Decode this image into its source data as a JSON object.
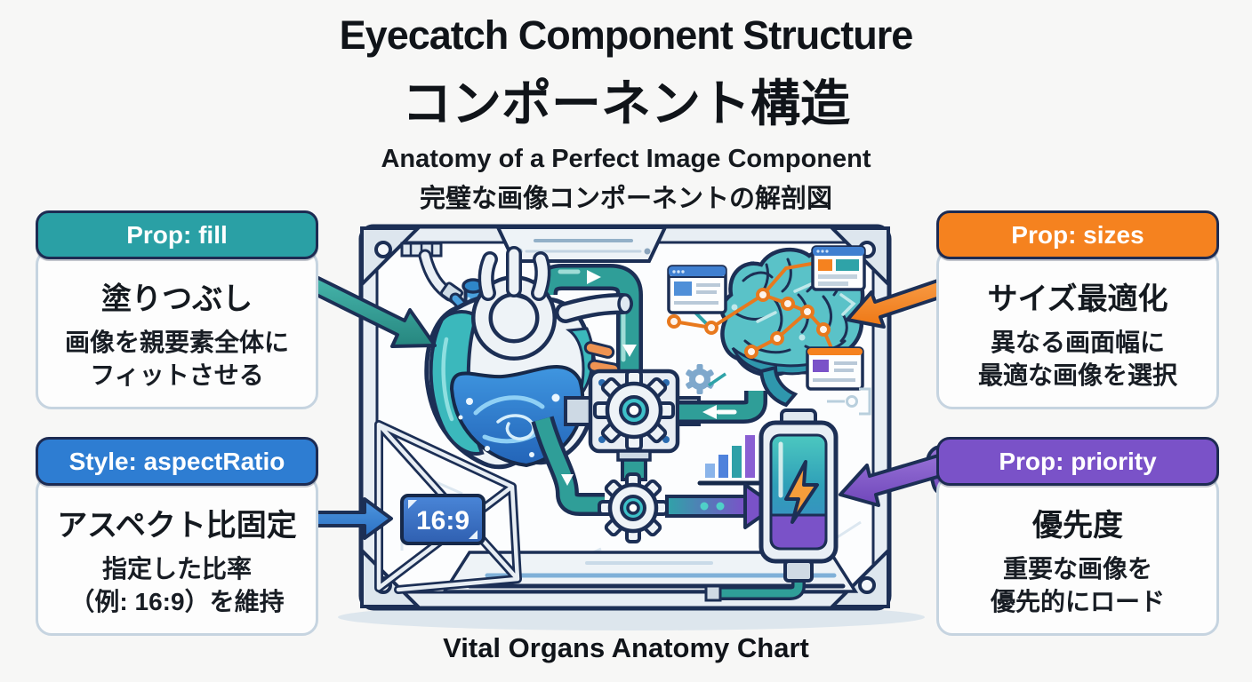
{
  "title": {
    "line1_en": "Eyecatch Component Structure",
    "line2_ja": "コンポーネント構造",
    "subtitle_en": "Anatomy of a Perfect Image Component",
    "subtitle_ja": "完璧な画像コンポーネントの解剖図"
  },
  "callouts": {
    "fill": {
      "header": "Prop: fill",
      "heading": "塗りつぶし",
      "desc_line1": "画像を親要素全体に",
      "desc_line2": "フィットさせる",
      "accent_color": "#2aa0a5"
    },
    "sizes": {
      "header": "Prop: sizes",
      "heading": "サイズ最適化",
      "desc_line1": "異なる画面幅に",
      "desc_line2": "最適な画像を選択",
      "accent_color": "#f5821f"
    },
    "aspect_ratio": {
      "header": "Style: aspectRatio",
      "heading": "アスペクト比固定",
      "desc_line1": "指定した比率",
      "desc_line2": "（例: 16:9）を維持",
      "accent_color": "#2e7dd2"
    },
    "priority": {
      "header": "Prop: priority",
      "heading": "優先度",
      "desc_line1": "重要な画像を",
      "desc_line2": "優先的にロード",
      "accent_color": "#7a52c8"
    }
  },
  "illustration": {
    "caption": "Vital Organs Anatomy Chart",
    "badge_label": "16:9",
    "parts": [
      "machine-frame",
      "mechanical-heart",
      "circuit-brain",
      "gear-assembly",
      "battery",
      "aspect-ratio-wireframe",
      "bar-chart-icon",
      "browser-windows",
      "pipes-with-flow-arrows"
    ],
    "colors": {
      "outline_navy": "#1c2f55",
      "teal": "#2f9e98",
      "orange": "#f5821f",
      "blue": "#2e7dd2",
      "purple": "#7a52c8",
      "heart_liquid": "#2b7fd0",
      "brain_teal": "#5ac2c8",
      "battery_bolt": "#f59d3b"
    }
  }
}
